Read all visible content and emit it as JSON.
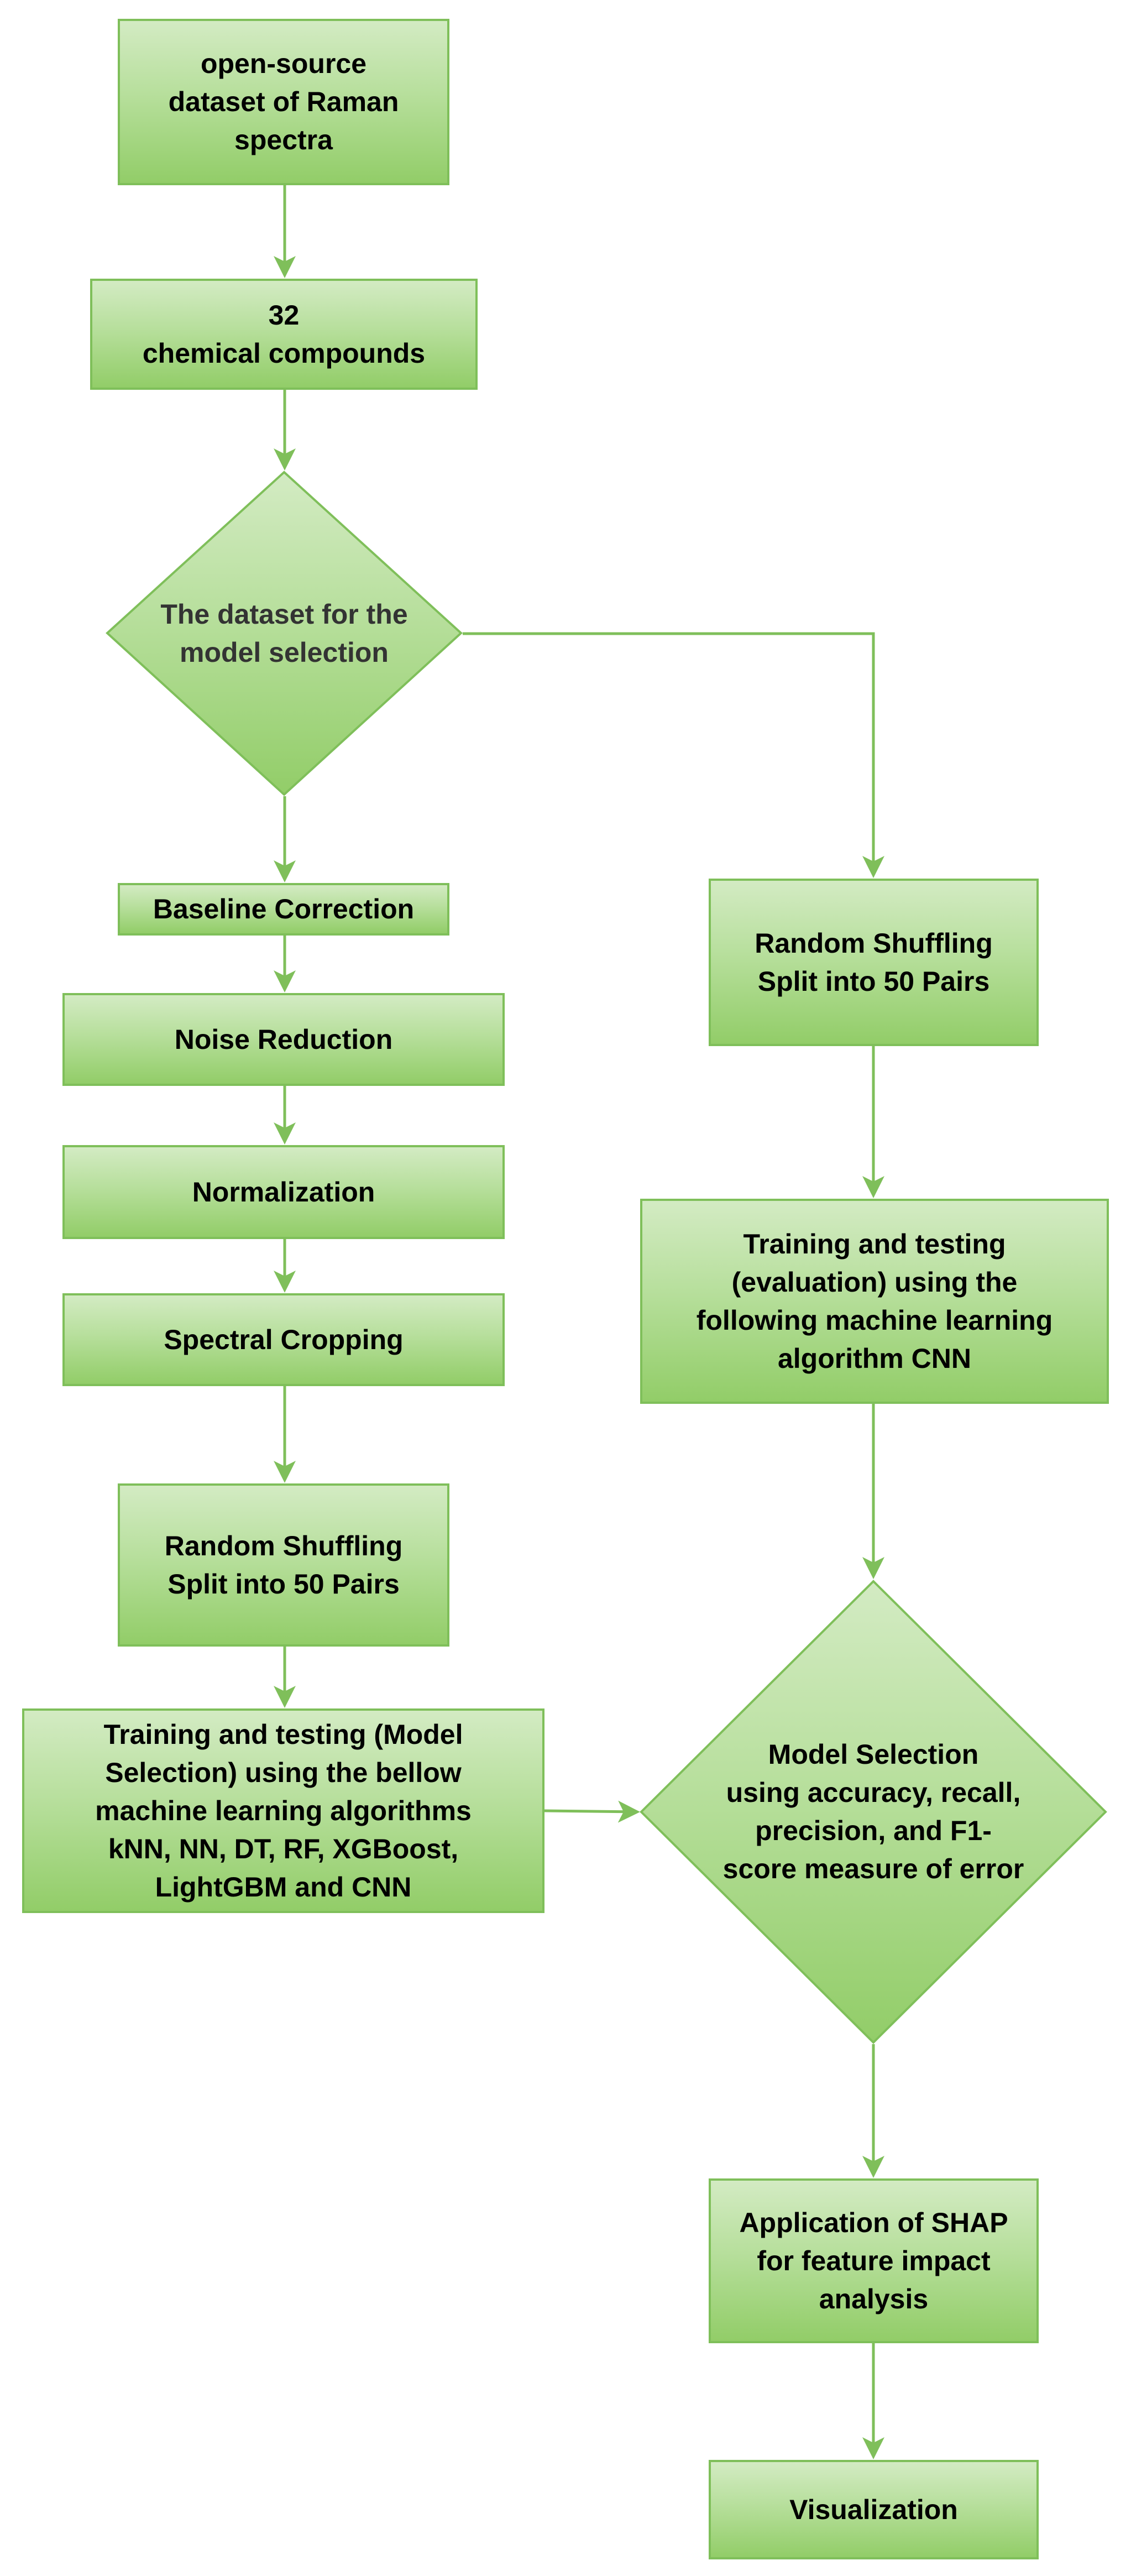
{
  "diagram": {
    "nodes": {
      "open_source": "open-source\ndataset of Raman\nspectra",
      "compounds": "32\nchemical compounds",
      "dataset_decision": "The dataset for the\nmodel selection",
      "baseline": "Baseline Correction",
      "noise": "Noise Reduction",
      "normalization": "Normalization",
      "cropping": "Spectral Cropping",
      "shuffle_left": "Random Shuffling\nSplit into 50 Pairs",
      "train_left": "Training and testing (Model\nSelection) using the bellow\nmachine learning algorithms\nkNN, NN, DT, RF, XGBoost,\nLightGBM and CNN",
      "shuffle_right": "Random Shuffling\nSplit into 50 Pairs",
      "train_right": "Training and testing\n(evaluation) using the\nfollowing machine learning\nalgorithm CNN",
      "model_selection": "Model Selection\nusing accuracy, recall,\nprecision, and F1-\nscore measure of error",
      "shap": "Application of SHAP\nfor feature impact\nanalysis",
      "visualization": "Visualization"
    },
    "colors": {
      "fill_top": "#d3ebc3",
      "fill_bottom": "#92cd68",
      "stroke": "#7fbf5a",
      "connector": "#7fbf5a",
      "decision_text": "#333333"
    }
  }
}
